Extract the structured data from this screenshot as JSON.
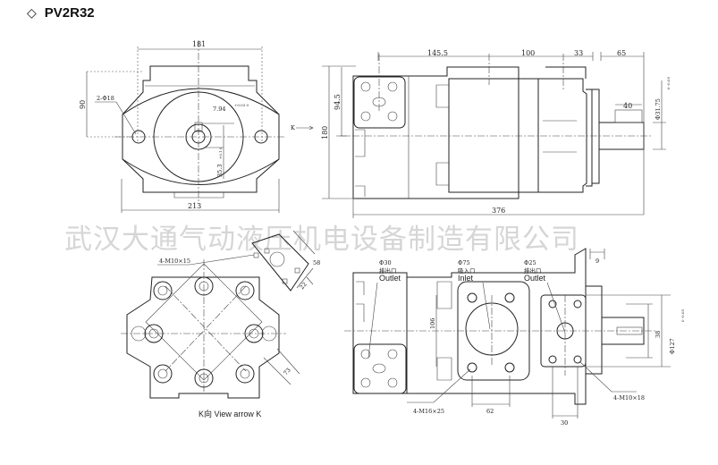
{
  "title": {
    "icon": "diamond-outline-icon",
    "model": "PV2R32"
  },
  "watermark": "武汉大通气动液压机电设备制造有限公司",
  "front_view": {
    "width_top": "181",
    "height_90": "90",
    "holes": "2-Φ18",
    "key_width": "7.94",
    "key_tol": "+0.03 0",
    "key_height": "35.3",
    "key_h_tol": "+0.1 0",
    "width_bottom": "213",
    "arrow_label": "K"
  },
  "side_view": {
    "dim_1": "145.5",
    "dim_2": "100",
    "dim_3": "33",
    "dim_4": "65",
    "dim_height1": "94.5",
    "dim_height2": "180",
    "shaft_key": "40",
    "shaft_dia": "Φ31.75",
    "shaft_tol": "0 -0.05",
    "length": "376"
  },
  "k_view": {
    "thread": "4-M10×15",
    "dim_58": "58",
    "dim_22": "22",
    "dim_73": "73",
    "caption": "K向  View arrow K"
  },
  "top_view": {
    "port1_dia": "Φ30",
    "port1_cn": "排出口",
    "port1_en": "Outlet",
    "port2_dia": "Φ75",
    "port2_cn": "吸入口",
    "port2_en": "Inlet",
    "port3_dia": "Φ25",
    "port3_cn": "排出口",
    "port3_en": "Outlet",
    "dim_9": "9",
    "dim_106": "106",
    "dim_38": "38",
    "pilot_dia": "Φ127",
    "pilot_tol": "0 -0.05",
    "thread_inlet": "4-M16×25",
    "dim_62": "62",
    "dim_30": "30",
    "thread_outlet": "4-M10×18"
  }
}
